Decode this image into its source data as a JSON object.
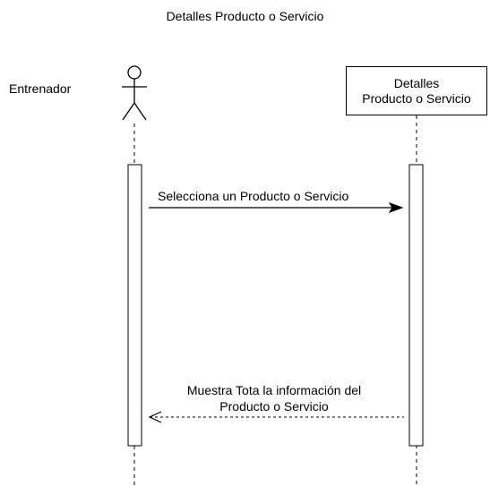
{
  "diagram": {
    "title": "Detalles Producto o Servicio",
    "actor": {
      "label": "Entrenador"
    },
    "lifeline": {
      "line1": "Detalles",
      "line2": "Producto o Servicio"
    },
    "messages": [
      {
        "label": "Selecciona un Producto o Servicio",
        "style": "solid",
        "direction": "right"
      },
      {
        "line1": "Muestra Tota la información del",
        "line2": "Producto o Servicio",
        "style": "dashed",
        "direction": "left"
      }
    ]
  }
}
